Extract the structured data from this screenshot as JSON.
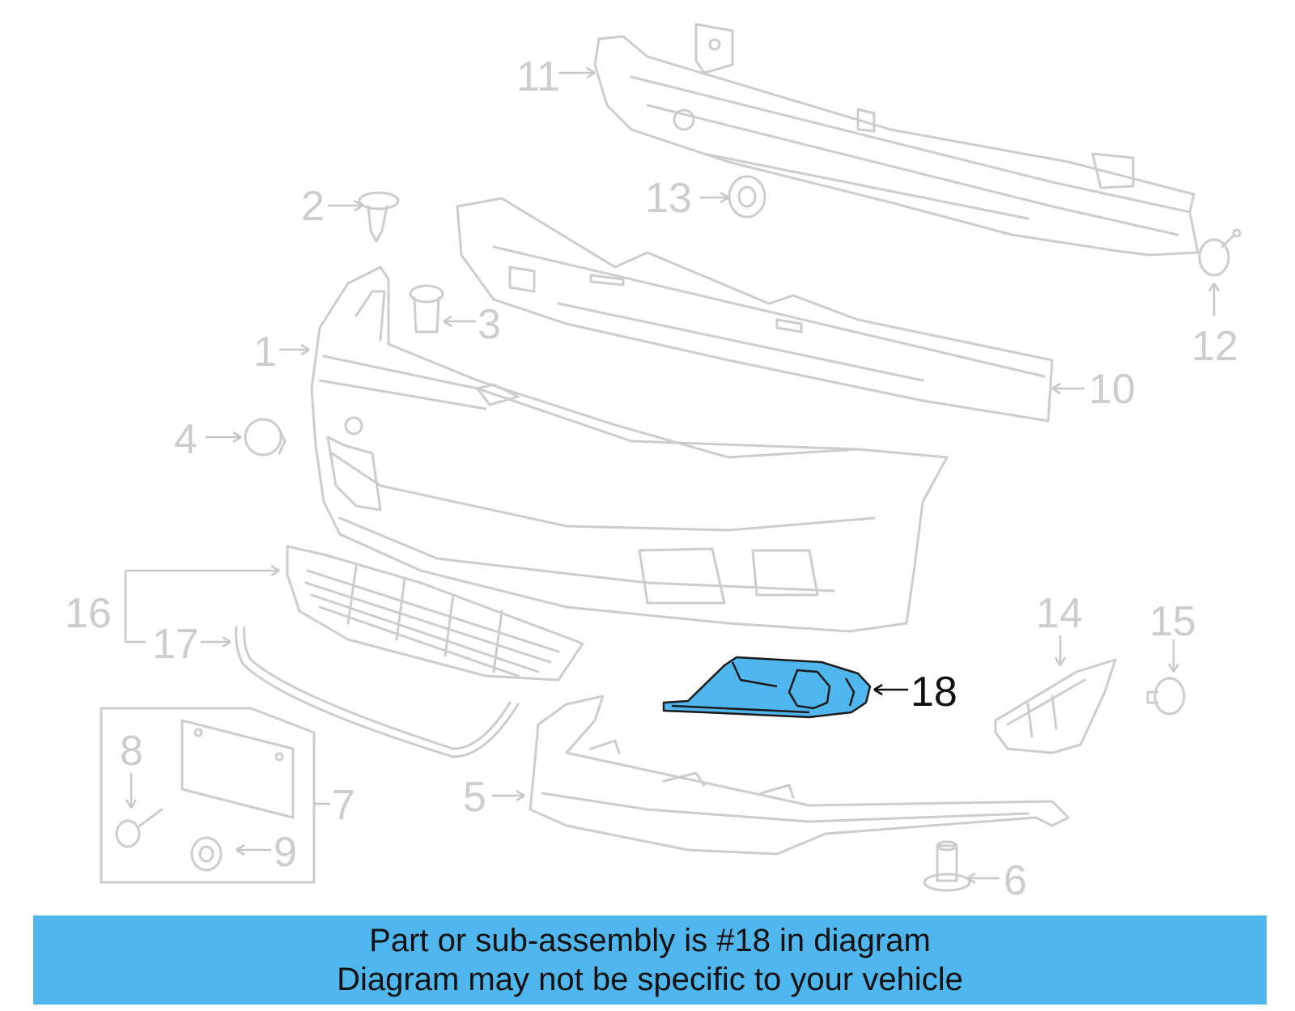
{
  "diagram": {
    "callouts": [
      {
        "id": "1",
        "label": "1"
      },
      {
        "id": "2",
        "label": "2"
      },
      {
        "id": "3",
        "label": "3"
      },
      {
        "id": "4",
        "label": "4"
      },
      {
        "id": "5",
        "label": "5"
      },
      {
        "id": "6",
        "label": "6"
      },
      {
        "id": "7",
        "label": "7"
      },
      {
        "id": "8",
        "label": "8"
      },
      {
        "id": "9",
        "label": "9"
      },
      {
        "id": "10",
        "label": "10"
      },
      {
        "id": "11",
        "label": "11"
      },
      {
        "id": "12",
        "label": "12"
      },
      {
        "id": "13",
        "label": "13"
      },
      {
        "id": "14",
        "label": "14"
      },
      {
        "id": "15",
        "label": "15"
      },
      {
        "id": "16",
        "label": "16"
      },
      {
        "id": "17",
        "label": "17"
      },
      {
        "id": "18",
        "label": "18"
      }
    ],
    "highlighted_part": "18",
    "colors": {
      "highlight_fill": "#4fb7ee",
      "part_stroke": "#cdcdcd",
      "callout_text": "#cdcdcd",
      "highlight_text": "#111111",
      "banner_background": "#4fb7ee"
    }
  },
  "banner": {
    "line1": "Part or sub-assembly is #18 in diagram",
    "line2": "Diagram may not be specific to your vehicle"
  }
}
